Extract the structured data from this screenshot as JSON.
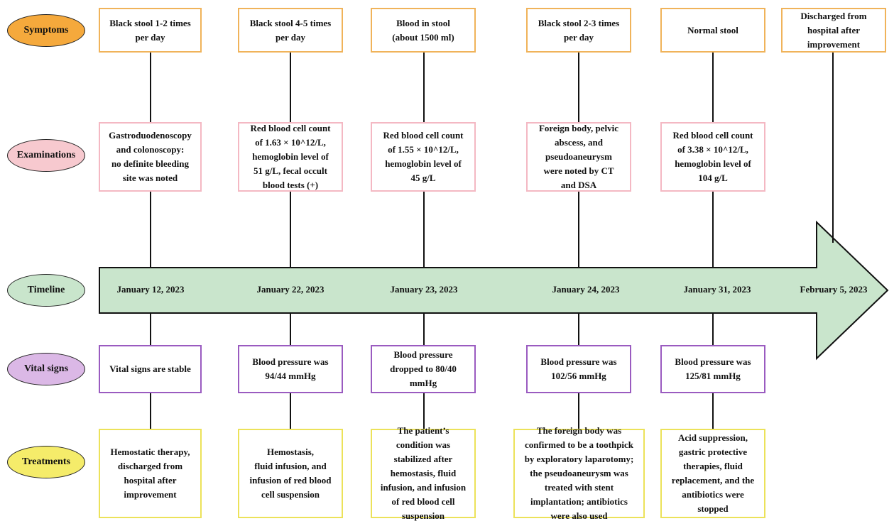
{
  "rows": {
    "symptoms": {
      "label": "Symptoms",
      "color": "#f5a93c"
    },
    "examinations": {
      "label": "Examinations",
      "color": "#f7c9cf"
    },
    "timeline": {
      "label": "Timeline",
      "color": "#c9e5cc"
    },
    "vital_signs": {
      "label": "Vital signs",
      "color": "#dbb8e6"
    },
    "treatments": {
      "label": "Treatments",
      "color": "#f5ec6a"
    }
  },
  "dates": [
    "January 12, 2023",
    "January 22, 2023",
    "January 23, 2023",
    "January 24, 2023",
    "January 31, 2023",
    "February 5, 2023"
  ],
  "symptoms": [
    "Black stool 1-2 times\nper day",
    "Black stool 4-5 times\nper day",
    "Blood in stool\n(about 1500 ml)",
    "Black stool 2-3 times\nper day",
    "Normal stool",
    "Discharged from\nhospital after\nimprovement"
  ],
  "examinations": [
    "Gastroduodenoscopy\nand colonoscopy:\nno definite bleeding\nsite was noted",
    "Red blood cell count\nof 1.63 × 10^12/L,\nhemoglobin level of\n51 g/L, fecal occult\nblood tests (+)",
    "Red blood cell count\nof 1.55 × 10^12/L,\nhemoglobin level of\n45 g/L",
    "Foreign body, pelvic\nabscess, and\npseudoaneurysm\nwere noted by CT\nand DSA",
    "Red blood cell count\nof 3.38 × 10^12/L,\nhemoglobin level of\n104 g/L"
  ],
  "vital_signs": [
    "Vital signs are stable",
    "Blood pressure was\n94/44 mmHg",
    "Blood pressure\ndropped to 80/40\nmmHg",
    "Blood pressure was\n102/56 mmHg",
    "Blood pressure was\n125/81 mmHg"
  ],
  "treatments": [
    "Hemostatic therapy,\ndischarged from\nhospital after\nimprovement",
    "Hemostasis,\nfluid infusion, and\ninfusion of red blood\ncell suspension",
    "The patient’s\ncondition was\nstabilized after\nhemostasis, fluid\ninfusion, and infusion\nof red blood cell\nsuspension",
    "The foreign body was\nconfirmed to be a toothpick\nby exploratory laparotomy;\nthe pseudoaneurysm was\ntreated with stent\nimplantation; antibiotics\nwere also used",
    "Acid suppression,\ngastric protective\ntherapies, fluid\nreplacement, and the\nantibiotics were\nstopped"
  ]
}
